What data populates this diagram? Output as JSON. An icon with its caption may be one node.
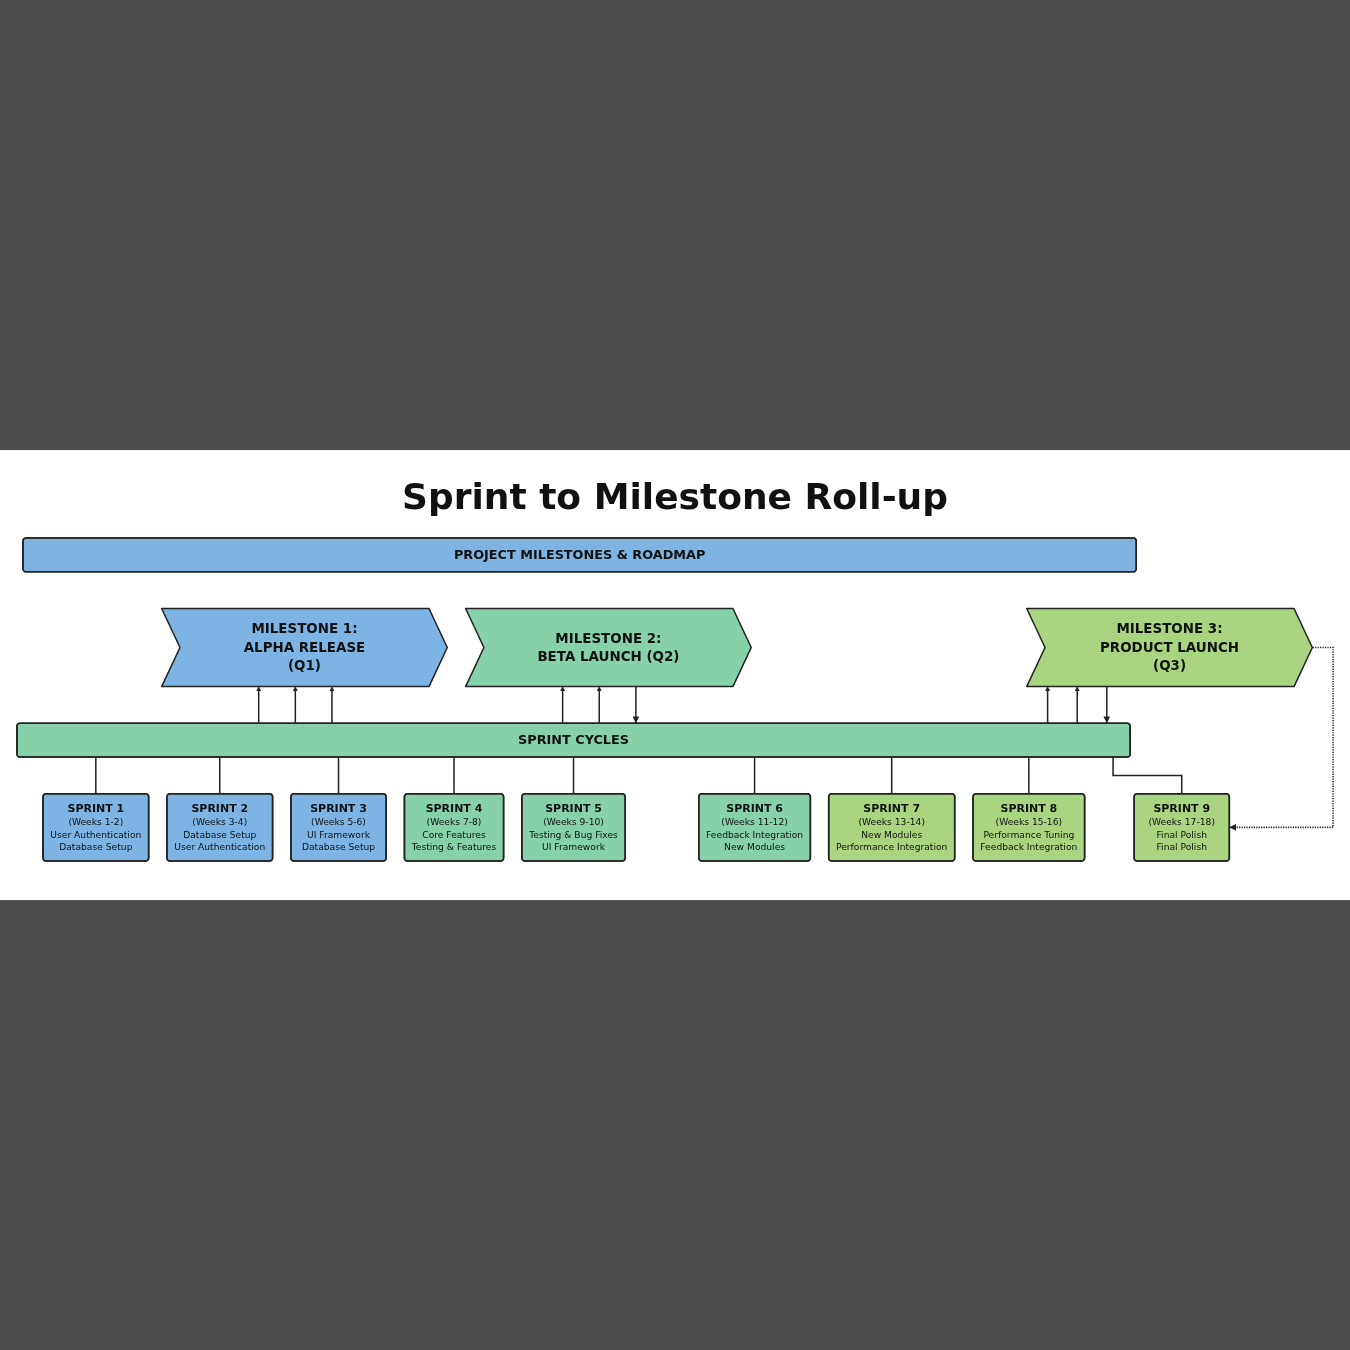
{
  "diagram": {
    "title": "Sprint to Milestone Roll-up",
    "nodes": [
      {
        "text": [
          "PROJECT MILESTONES & ROADMAP"
        ]
      },
      {
        "text": [
          "MILESTONE 1: ALPHA RELEASE (Q1)"
        ]
      },
      {
        "text": [
          "MILESTONE 2: BETA LAUNCH (Q2)"
        ]
      },
      {
        "text": [
          "MILESTONE 3: PRODUCT LAUNCH (Q3)"
        ]
      },
      {
        "text": [
          "SPRINT CYCLES"
        ]
      },
      {
        "text": [
          "SPRINT 1",
          "(Weeks 1-2)",
          "User Authentication",
          "Database Setup"
        ]
      },
      {
        "text": [
          "SPRINT 2",
          "(Weeks 3-4)",
          "Database Setup",
          "User Authentication"
        ]
      },
      {
        "text": [
          "SPRINT 3",
          "(Weeks 5-6)",
          "UI Framework",
          "Database Setup"
        ]
      },
      {
        "text": [
          "SPRINT 4",
          "(Weeks 7-8)",
          "Core Features",
          "Testing & Features"
        ]
      },
      {
        "text": [
          "SPRINT 5",
          "(Weeks 9-10)",
          "Testing & Bug Fixes",
          "UI Framework"
        ]
      },
      {
        "text": [
          "SPRINT 6",
          "(Weeks 11-12)",
          "Feedback Integration",
          "New Modules"
        ]
      },
      {
        "text": [
          "SPRINT 7",
          "(Weeks 13-14)",
          "New Modules",
          "Performance Integration"
        ]
      },
      {
        "text": [
          "SPRINT 8",
          "(Weeks 15-16)",
          "Performance Tuning",
          "Feedback Integration"
        ]
      },
      {
        "text": [
          "SPRINT 9",
          "(Weeks 17-18)",
          "Final Polish",
          "Final Polish"
        ]
      }
    ],
    "edges": [
      {
        "from": 4,
        "to": 1,
        "arrow": "to"
      },
      {
        "from": 4,
        "to": 1,
        "arrow": "to"
      },
      {
        "from": 4,
        "to": 1,
        "arrow": "to"
      },
      {
        "from": 4,
        "to": 2,
        "arrow": "to"
      },
      {
        "from": 4,
        "to": 2,
        "arrow": "to"
      },
      {
        "from": 2,
        "to": 4,
        "arrow": "to"
      },
      {
        "from": 4,
        "to": 3,
        "arrow": "to"
      },
      {
        "from": 4,
        "to": 3,
        "arrow": "to"
      },
      {
        "from": 3,
        "to": 4,
        "arrow": "to"
      },
      {
        "from": 3,
        "to": 13,
        "arrow": "to",
        "style": "dashed"
      },
      {
        "from": 4,
        "to": 5,
        "arrow": "none"
      },
      {
        "from": 4,
        "to": 6,
        "arrow": "none"
      },
      {
        "from": 4,
        "to": 7,
        "arrow": "none"
      },
      {
        "from": 4,
        "to": 8,
        "arrow": "none"
      },
      {
        "from": 4,
        "to": 9,
        "arrow": "none"
      },
      {
        "from": 4,
        "to": 10,
        "arrow": "none"
      },
      {
        "from": 4,
        "to": 11,
        "arrow": "none"
      },
      {
        "from": 4,
        "to": 12,
        "arrow": "none"
      },
      {
        "from": 4,
        "to": 13,
        "arrow": "none"
      }
    ]
  }
}
